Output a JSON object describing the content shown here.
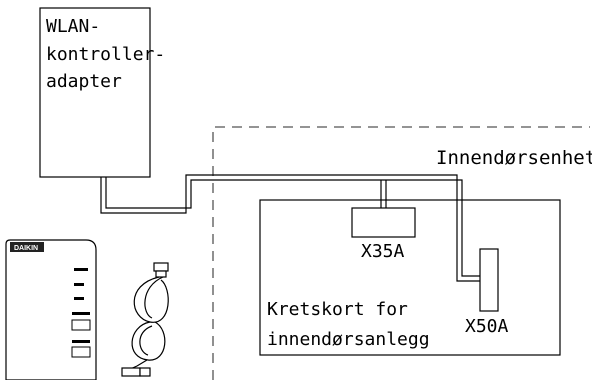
{
  "adapter": {
    "line1": "WLAN-",
    "line2": "kontroller-",
    "line3": "adapter"
  },
  "indoor_unit": {
    "label": "Innendørsenhet"
  },
  "pcb": {
    "line1": "Kretskort for",
    "line2": "innendørsanlegg"
  },
  "connectors": {
    "x35a": "X35A",
    "x50a": "X50A"
  },
  "device": {
    "brand": "DAIKIN"
  },
  "colors": {
    "line": "#000000",
    "dashed_border": "#555555",
    "background": "#ffffff"
  }
}
